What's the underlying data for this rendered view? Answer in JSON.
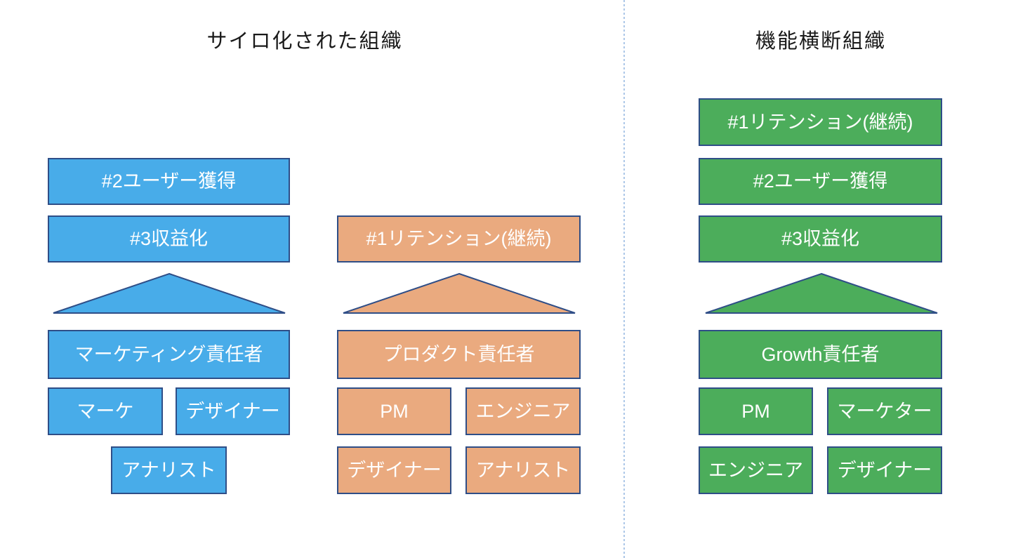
{
  "titles": {
    "siloed": "サイロ化された組織",
    "cross_functional": "機能横断組織"
  },
  "colors": {
    "blue": "#48ACE9",
    "orange": "#EAAA7F",
    "green": "#4CAD5B",
    "border": "#2F4E87",
    "divider": "#ACC7E8",
    "title_text": "#1A1A1A",
    "box_text": "#FFFFFF"
  },
  "marketing_silo": {
    "kpis": [
      "#2ユーザー獲得",
      "#3収益化"
    ],
    "leader": "マーケティング責任者",
    "members": [
      "マーケ",
      "デザイナー",
      "アナリスト"
    ]
  },
  "product_silo": {
    "kpis": [
      "#1リテンション(継続)"
    ],
    "leader": "プロダクト責任者",
    "members": [
      "PM",
      "エンジニア",
      "デザイナー",
      "アナリスト"
    ]
  },
  "cross_functional_org": {
    "kpis": [
      "#1リテンション(継続)",
      "#2ユーザー獲得",
      "#3収益化"
    ],
    "leader": "Growth責任者",
    "members": [
      "PM",
      "マーケター",
      "エンジニア",
      "デザイナー"
    ]
  }
}
